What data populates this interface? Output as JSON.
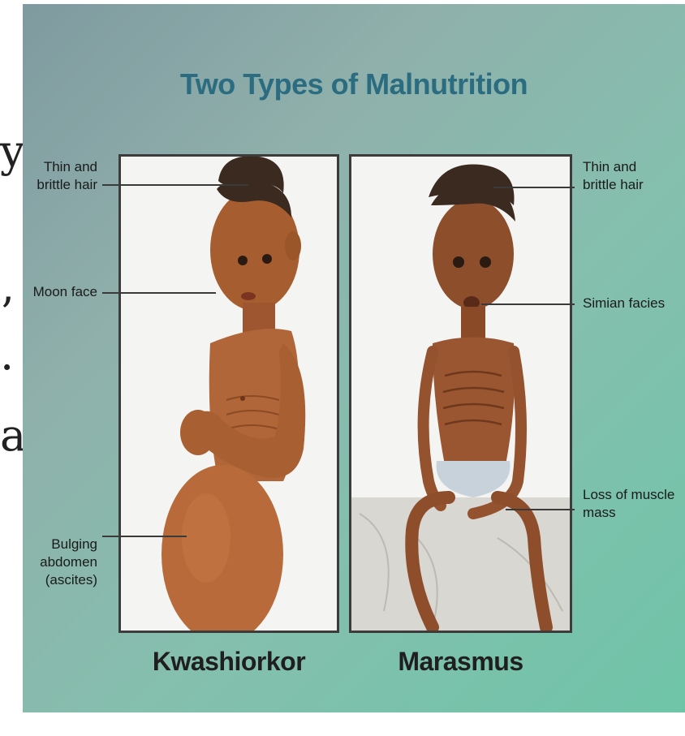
{
  "side_text": [
    "y",
    "’",
    ".",
    "a"
  ],
  "title": "Two Types of Malnutrition",
  "colors": {
    "title": "#2b6c80",
    "background_start": "#7f9aa0",
    "background_end": "#6fc4a8",
    "panel_bg": "#f4f4f2",
    "skin": "#b86a3a"
  },
  "panels": {
    "left": {
      "caption": "Kwashiorkor",
      "labels": [
        {
          "text": "Thin and\nbrittle hair"
        },
        {
          "text": "Moon face"
        },
        {
          "text": "Bulging\nabdomen\n(ascites)"
        }
      ]
    },
    "right": {
      "caption": "Marasmus",
      "labels": [
        {
          "text": "Thin and\nbrittle hair"
        },
        {
          "text": "Simian facies"
        },
        {
          "text": "Loss of muscle\nmass"
        }
      ]
    }
  }
}
